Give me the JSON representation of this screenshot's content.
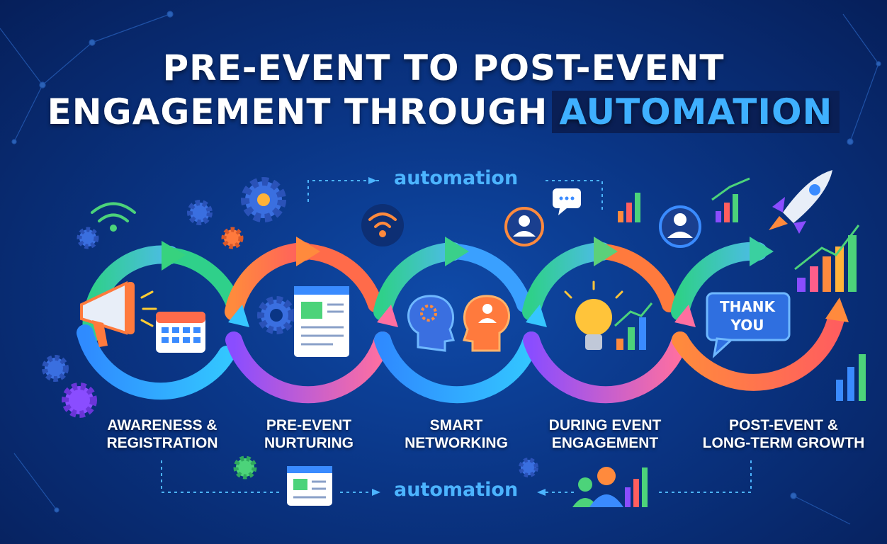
{
  "title": {
    "line1": "PRE-EVENT TO POST-EVENT",
    "line2": "ENGAGEMENT THROUGH",
    "highlight": "AUTOMATION"
  },
  "automation_labels": {
    "top": "automation",
    "bottom": "automation"
  },
  "stages": [
    {
      "line1": "AWARENESS &",
      "line2": "REGISTRATION",
      "icons": [
        "megaphone-icon",
        "calendar-icon"
      ]
    },
    {
      "line1": "PRE-EVENT",
      "line2": "NURTURING",
      "icons": [
        "gear-icon",
        "webpage-icon"
      ]
    },
    {
      "line1": "SMART",
      "line2": "NETWORKING",
      "icons": [
        "head-gear-icon",
        "head-user-icon"
      ]
    },
    {
      "line1": "DURING EVENT",
      "line2": "ENGAGEMENT",
      "icons": [
        "lightbulb-icon",
        "bar-chart-icon"
      ]
    },
    {
      "line1": "POST-EVENT &",
      "line2": "LONG-TERM GROWTH",
      "icons": [
        "speech-bubble-icon",
        "rocket-icon"
      ]
    }
  ],
  "speech_bubble": {
    "line1": "THANK",
    "line2": "YOU"
  },
  "colors": {
    "background": "#0a3585",
    "accent_blue": "#3fb0ff",
    "green": "#4cd37a",
    "orange": "#ff8a3d",
    "purple": "#7a4dff"
  }
}
